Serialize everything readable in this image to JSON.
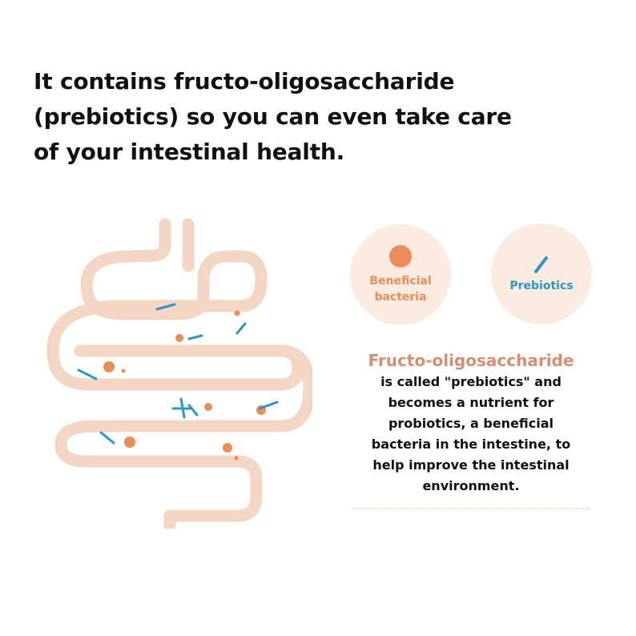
{
  "headline": {
    "line1_prefix": "It contains ",
    "line1_bold": "fructo-oligosaccharide",
    "line2": "(prebiotics) so you can even take care",
    "line3": "of your intestinal health."
  },
  "illustration": {
    "icon": "intestine-icon",
    "colors": {
      "intestine": "#f3d6c3",
      "bacteria": "#ec8d57",
      "prebiotics": "#2f95c4"
    }
  },
  "legend": {
    "bacteria": {
      "line1": "Beneficial",
      "line2": "bacteria",
      "icon": "bacteria-dot-icon",
      "color": "#ec8d57"
    },
    "prebiotics": {
      "label": "Prebiotics",
      "icon": "prebiotic-stick-icon",
      "color": "#2f95c4"
    },
    "circle_color": "#fcebe0"
  },
  "explanation": {
    "title": "Fructo-oligosaccharide",
    "title_color": "#d48f74",
    "lines": [
      "is called \"prebiotics\" and",
      "becomes a nutrient for",
      "probiotics, a beneficial",
      "bacteria in the intestine, to",
      "help improve the intestinal",
      "environment."
    ]
  }
}
